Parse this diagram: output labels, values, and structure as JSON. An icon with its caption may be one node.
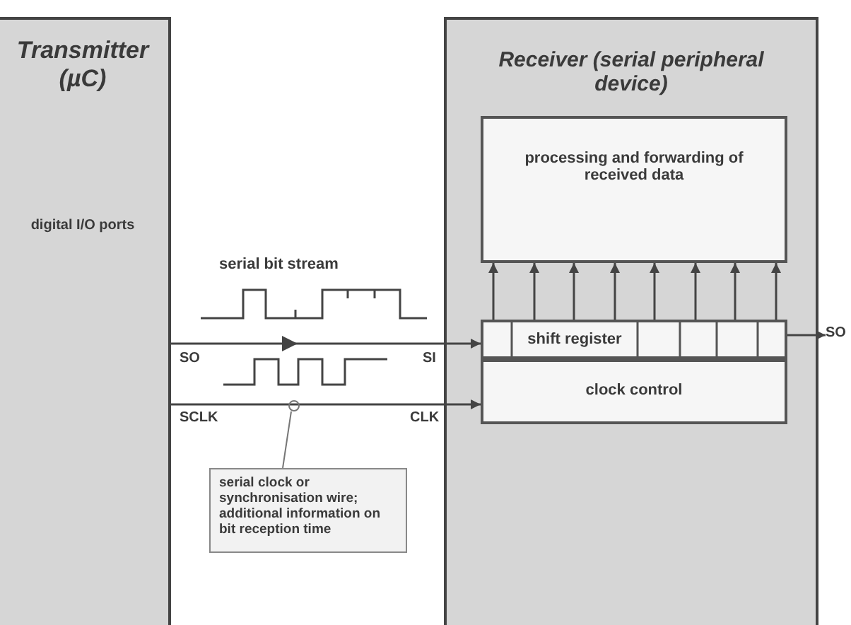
{
  "diagram": {
    "nodes": [
      {
        "text": [
          "Transmitter (µC)",
          "digital I/O ports"
        ]
      },
      {
        "text": [
          "Receiver (serial peripheral device)"
        ]
      },
      {
        "text": [
          "processing and forwarding of received data"
        ],
        "in": 1
      },
      {
        "text": [
          "shift register"
        ],
        "in": 1
      },
      {
        "text": [
          "clock control"
        ],
        "in": 1
      },
      {
        "text": [
          "serial clock or synchronisation wire; additional information on bit reception time"
        ]
      },
      {
        "text": [
          "SO"
        ]
      },
      {
        "text": [],
        "shape": "circle"
      }
    ],
    "edges": [
      {
        "from": 0,
        "to": 3,
        "arrow": "to"
      },
      {
        "from": 0,
        "to": 4,
        "arrow": "to"
      },
      {
        "from": 3,
        "to": 6,
        "arrow": "to"
      },
      {
        "from": 3,
        "to": 2,
        "arrow": "to"
      },
      {
        "from": 3,
        "to": 2,
        "arrow": "to"
      },
      {
        "from": 3,
        "to": 2,
        "arrow": "to"
      },
      {
        "from": 3,
        "to": 2,
        "arrow": "to"
      },
      {
        "from": 3,
        "to": 2,
        "arrow": "to"
      },
      {
        "from": 3,
        "to": 2,
        "arrow": "to"
      },
      {
        "from": 3,
        "to": 2,
        "arrow": "to"
      },
      {
        "from": 3,
        "to": 2,
        "arrow": "to"
      },
      {
        "from": 5,
        "to": 7,
        "arrow": "none"
      }
    ],
    "labels": [
      "serial bit stream",
      "SO",
      "SI",
      "SCLK",
      "CLK"
    ]
  }
}
